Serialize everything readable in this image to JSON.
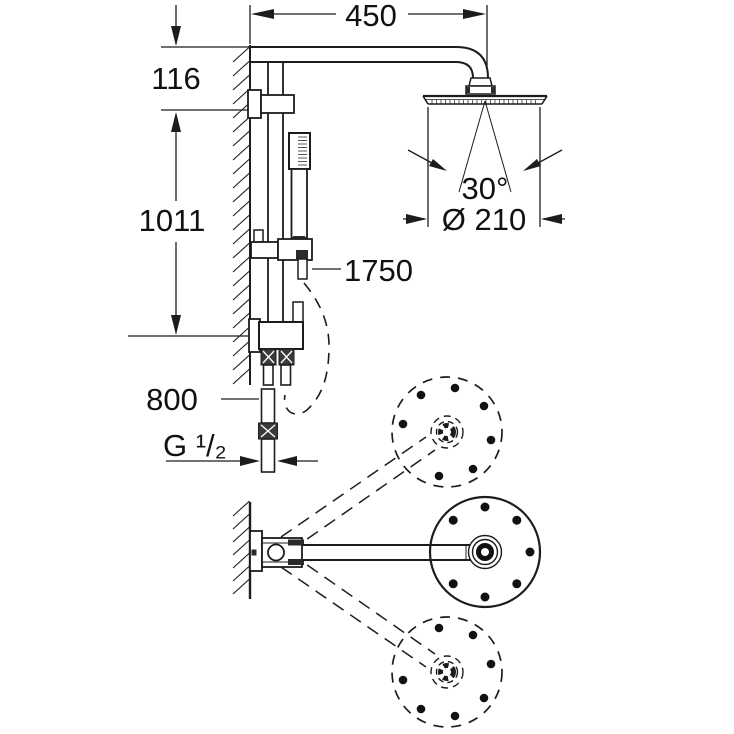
{
  "drawing": {
    "labels": {
      "arm_projection": "450",
      "top_offset": "116",
      "rail_length": "1011",
      "hose_length": "1750",
      "supply_height": "800",
      "thread_size": "G ¹/₂",
      "spray_angle": "30°",
      "head_diameter": "Ø 210"
    }
  },
  "colors": {
    "line": "#1c1c1c",
    "background": "#ffffff"
  }
}
